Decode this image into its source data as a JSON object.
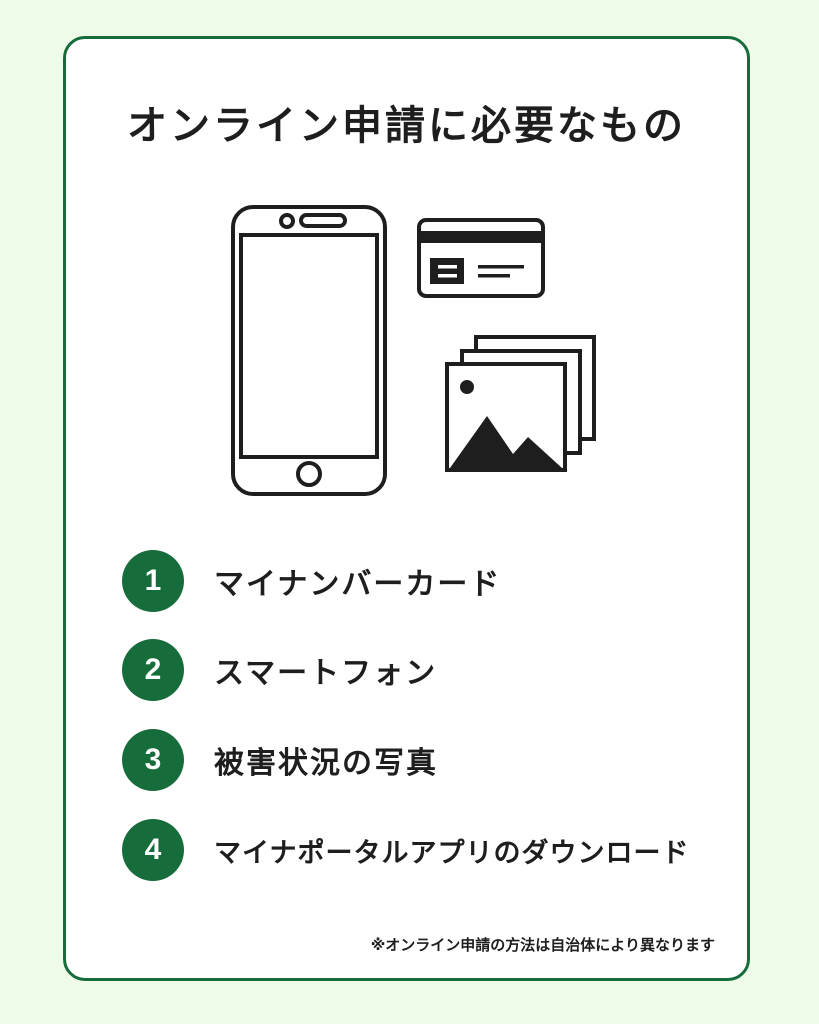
{
  "title": "オンライン申請に必要なもの",
  "icons": [
    "smartphone-icon",
    "id-card-icon",
    "photos-icon"
  ],
  "items": [
    {
      "number": "1",
      "label": "マイナンバーカード"
    },
    {
      "number": "2",
      "label": "スマートフォン"
    },
    {
      "number": "3",
      "label": "被害状況の写真"
    },
    {
      "number": "4",
      "label": "マイナポータルアプリのダウンロード"
    }
  ],
  "note": "※オンライン申請の方法は自治体により異なります",
  "colors": {
    "accent": "#176c3c",
    "background": "#eefbe9",
    "card": "#ffffff",
    "text": "#1e1e1e"
  }
}
